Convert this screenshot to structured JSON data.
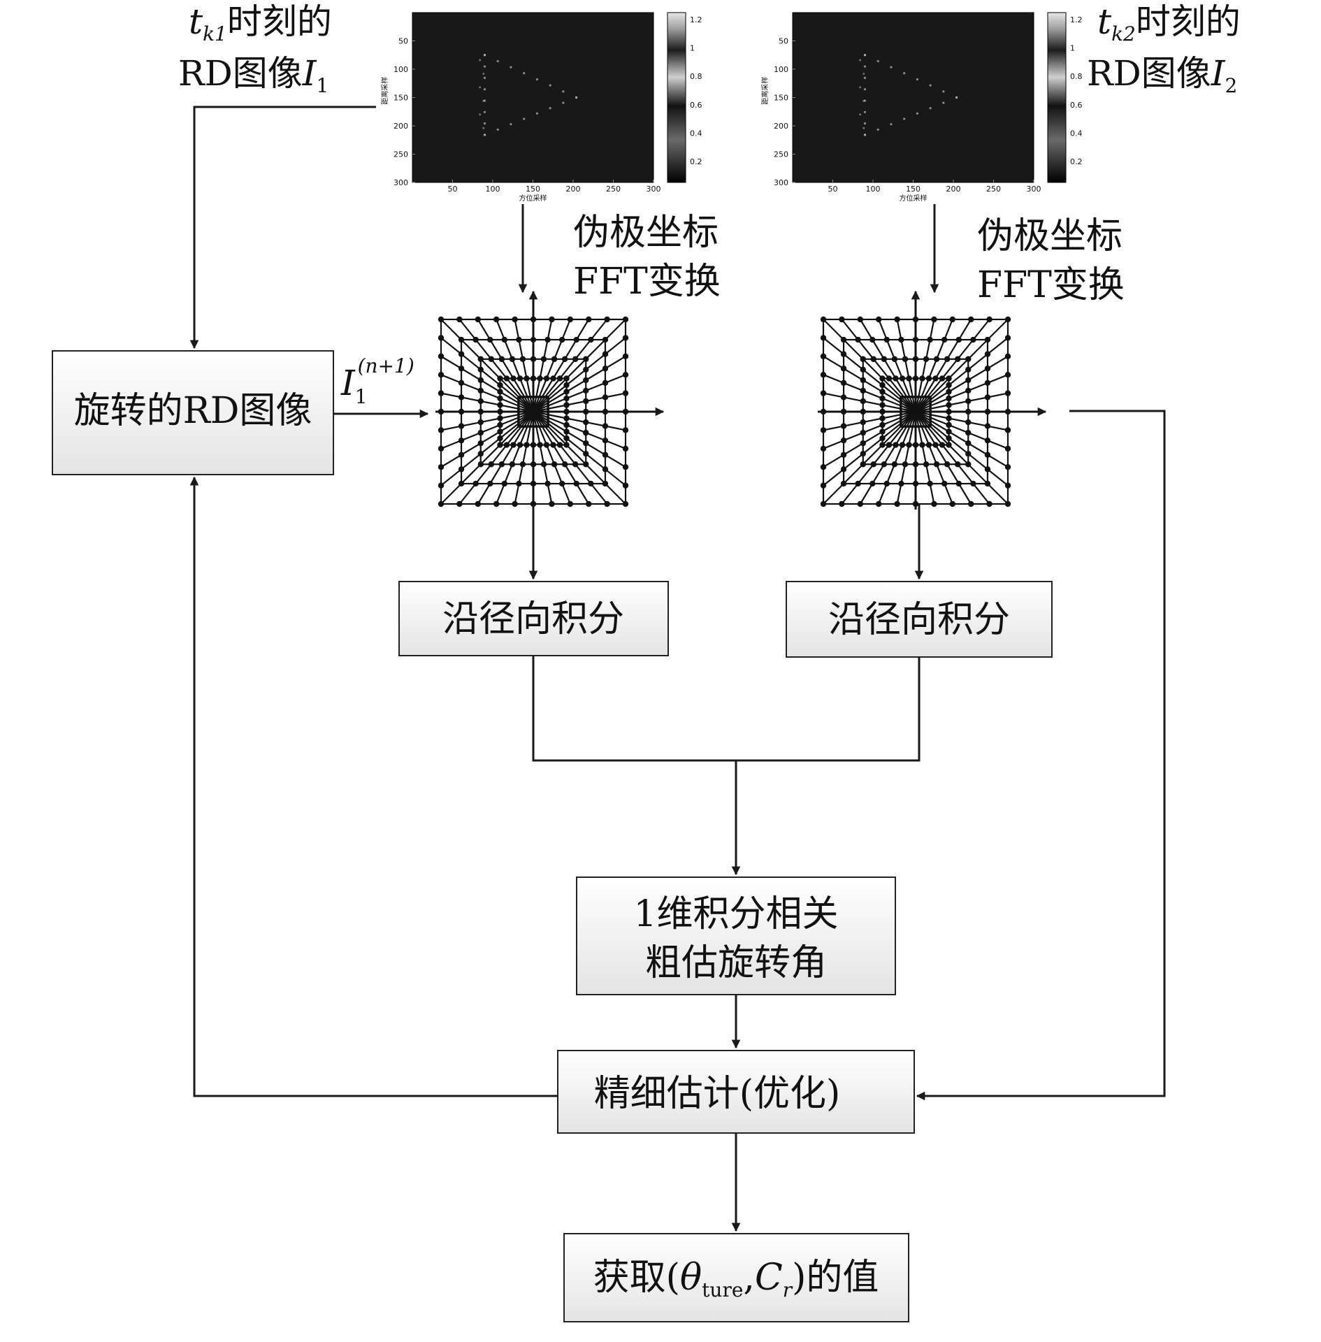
{
  "colors": {
    "line": "#1a1a1a",
    "box_top": "#ffffff",
    "box_bottom": "#e6e6e6",
    "rd_bg": "#181818",
    "target": "#bdbdbd"
  },
  "labels": {
    "t1_var": "t",
    "t1_sub": "k1",
    "t1_suffix": "时刻的",
    "rd1_prefix": "RD图像",
    "rd1_var": "I",
    "rd1_sub": "1",
    "t2_var": "t",
    "t2_sub": "k2",
    "t2_suffix": "时刻的",
    "rd2_prefix": "RD图像",
    "rd2_var": "I",
    "rd2_sub": "2",
    "pp1_line1": "伪极坐标",
    "pp1_line2": "FFT变换",
    "pp2_line1": "伪极坐标",
    "pp2_line2": "FFT变换",
    "rot_input_var": "I",
    "rot_input_sub": "1",
    "rot_input_sup": "(n+1)"
  },
  "boxes": {
    "rotated_rd": "旋转的RD图像",
    "radial_int_left": "沿径向积分",
    "radial_int_right": "沿径向积分",
    "corr_line1": "1维积分相关",
    "corr_line2": "粗估旋转角",
    "fine_estimate": "精细估计(优化)",
    "result_prefix": "获取(",
    "result_theta": "θ",
    "result_theta_sub": "ture",
    "result_comma": ",",
    "result_c": "C",
    "result_c_sub": "r",
    "result_suffix": ")的值"
  },
  "rd_plot": {
    "y_ticks": [
      "50",
      "100",
      "150",
      "200",
      "250",
      "300"
    ],
    "x_ticks": [
      "50",
      "100",
      "150",
      "200",
      "250",
      "300"
    ],
    "colorbar_ticks": [
      "1.2",
      "1",
      "0.8",
      "0.6",
      "0.4",
      "0.2"
    ],
    "xlabel": "方位采样",
    "ylabel": "距离采样"
  },
  "icons": {
    "grid_left": "pseudo-polar-grid-icon",
    "grid_right": "pseudo-polar-grid-icon"
  }
}
